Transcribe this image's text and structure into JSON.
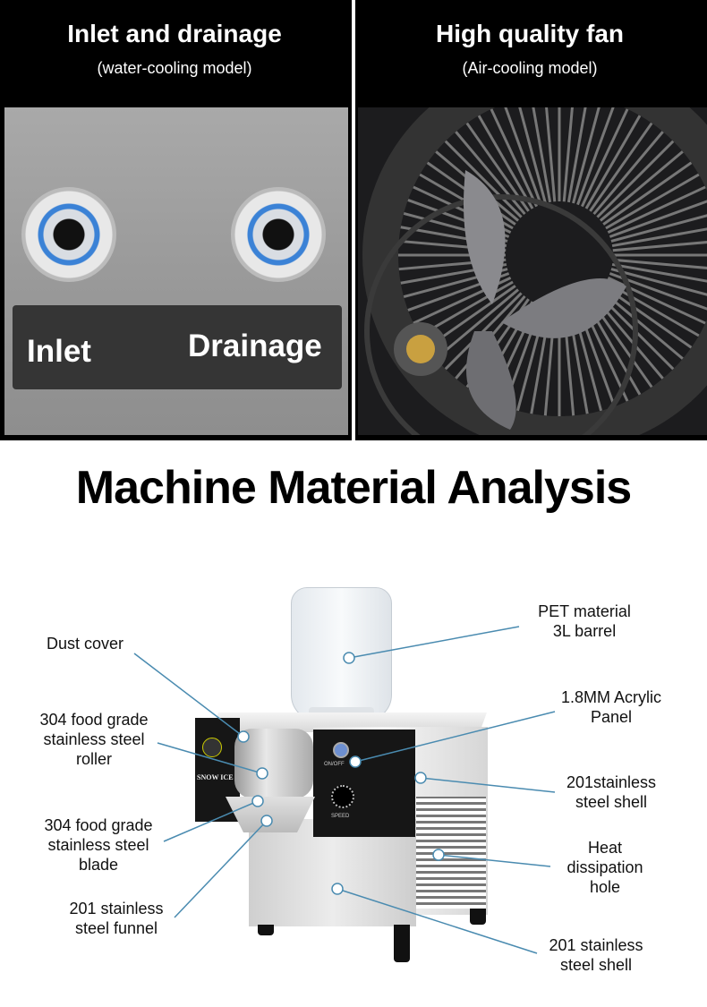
{
  "panels": [
    {
      "title": "Inlet and drainage",
      "subtitle": "(water-cooling model)",
      "labels": [
        "Inlet",
        "Drainage"
      ]
    },
    {
      "title": "High quality fan",
      "subtitle": "(Air-cooling model)"
    }
  ],
  "heading": "Machine Material Analysis",
  "machine": {
    "brand": "SNOW ICE",
    "switch": "ON/OFF",
    "knob": "SPEED"
  },
  "callouts": {
    "dust_cover": "Dust cover",
    "roller": [
      "304 food grade",
      "stainless steel",
      "roller"
    ],
    "blade": [
      "304 food grade",
      "stainless steel",
      "blade"
    ],
    "funnel": [
      "201 stainless",
      "steel funnel"
    ],
    "barrel": [
      "PET material",
      "3L barrel"
    ],
    "panel": [
      "1.8MM Acrylic",
      "Panel"
    ],
    "shell1": [
      "201stainless",
      "steel shell"
    ],
    "heat": [
      "Heat",
      "dissipation",
      "hole"
    ],
    "shell2": [
      "201 stainless",
      "steel shell"
    ]
  },
  "colors": {
    "line": "#4a8bb0"
  }
}
